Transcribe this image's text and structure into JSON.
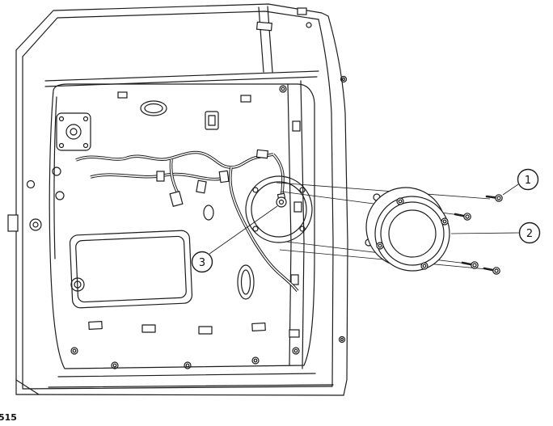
{
  "figure": {
    "code_label": "515"
  },
  "callouts": [
    {
      "number": "1"
    },
    {
      "number": "2"
    },
    {
      "number": "3"
    }
  ],
  "colors": {
    "line": "#1c1c1c",
    "background": "#ffffff"
  }
}
